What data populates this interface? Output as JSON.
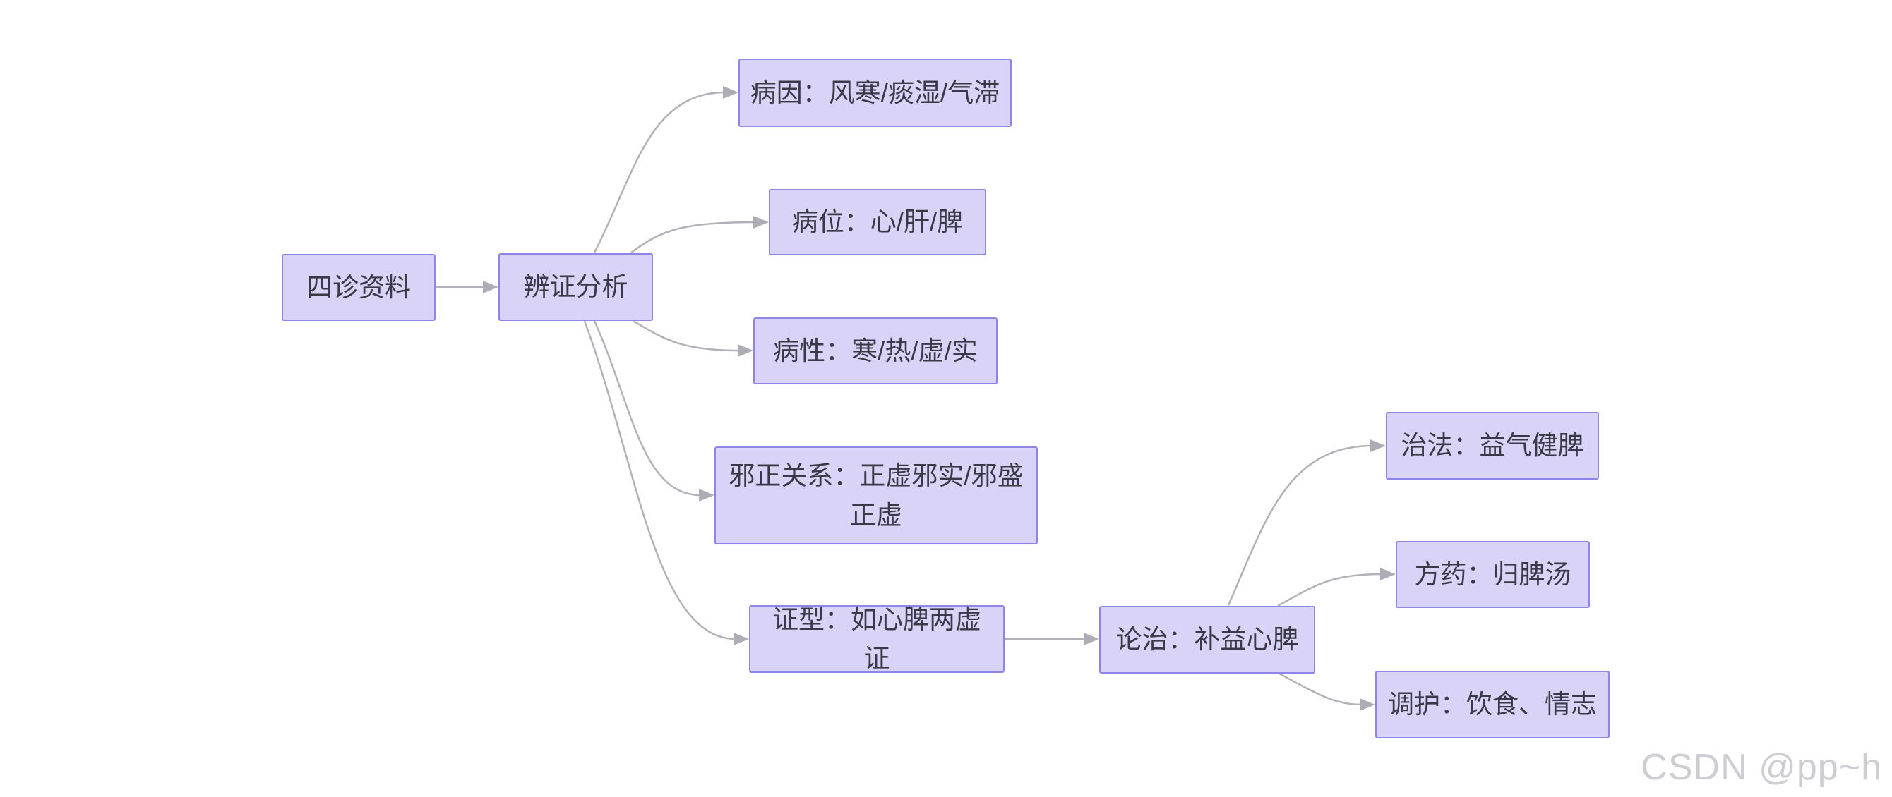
{
  "diagram": {
    "title": "TCM syndrome differentiation flowchart",
    "nodes": [
      {
        "id": "four-exams",
        "label": "四诊资料"
      },
      {
        "id": "syndrome-analysis",
        "label": "辨证分析"
      },
      {
        "id": "cause",
        "label": "病因：风寒/痰湿/气滞"
      },
      {
        "id": "location",
        "label": "病位：心/肝/脾"
      },
      {
        "id": "nature",
        "label": "病性：寒/热/虚/实"
      },
      {
        "id": "pathogen-relation",
        "label": "邪正关系：正虚邪实/邪盛正虚"
      },
      {
        "id": "pattern",
        "label": "证型：如心脾两虚证"
      },
      {
        "id": "treatment",
        "label": "论治：补益心脾"
      },
      {
        "id": "method",
        "label": "治法：益气健脾"
      },
      {
        "id": "formula",
        "label": "方药：归脾汤"
      },
      {
        "id": "care",
        "label": "调护：饮食、情志"
      }
    ],
    "edges": [
      {
        "from": "four-exams",
        "to": "syndrome-analysis"
      },
      {
        "from": "syndrome-analysis",
        "to": "cause"
      },
      {
        "from": "syndrome-analysis",
        "to": "location"
      },
      {
        "from": "syndrome-analysis",
        "to": "nature"
      },
      {
        "from": "syndrome-analysis",
        "to": "pathogen-relation"
      },
      {
        "from": "syndrome-analysis",
        "to": "pattern"
      },
      {
        "from": "pattern",
        "to": "treatment"
      },
      {
        "from": "treatment",
        "to": "method"
      },
      {
        "from": "treatment",
        "to": "formula"
      },
      {
        "from": "treatment",
        "to": "care"
      }
    ],
    "colors": {
      "node_fill": "#d8d3f7",
      "node_border": "#8f85e8",
      "edge": "#b3b1b8",
      "arrowhead": "#aeacb4",
      "text": "#3a3947",
      "background": "#ffffff",
      "watermark": "#cecdd1"
    }
  },
  "watermark": {
    "text": "CSDN @pp~h"
  }
}
